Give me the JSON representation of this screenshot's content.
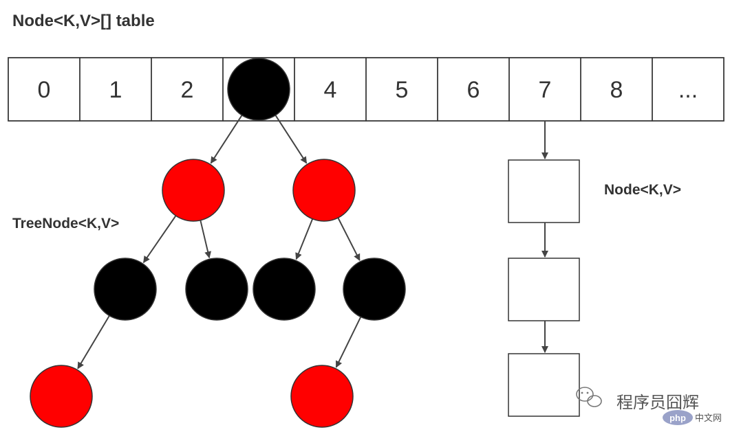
{
  "title": "Node<K,V>[] table",
  "tree_label": "TreeNode<K,V>",
  "list_label": "Node<K,V>",
  "table_cells": [
    "0",
    "1",
    "2",
    "",
    "4",
    "5",
    "6",
    "7",
    "8",
    "..."
  ],
  "colors": {
    "red": "#ff0000",
    "black": "#000000",
    "stroke": "#333333",
    "arrow": "#444444"
  },
  "tree": {
    "root_cell_index": 3,
    "nodes": [
      {
        "id": "n0",
        "color": "black",
        "parent": null
      },
      {
        "id": "n1",
        "color": "red",
        "parent": "n0"
      },
      {
        "id": "n2",
        "color": "red",
        "parent": "n0"
      },
      {
        "id": "n3",
        "color": "black",
        "parent": "n1"
      },
      {
        "id": "n4",
        "color": "black",
        "parent": "n1"
      },
      {
        "id": "n5",
        "color": "black",
        "parent": "n2"
      },
      {
        "id": "n6",
        "color": "black",
        "parent": "n2"
      },
      {
        "id": "n7",
        "color": "red",
        "parent": "n3"
      },
      {
        "id": "n8",
        "color": "red",
        "parent": "n6"
      }
    ]
  },
  "linked_list": {
    "from_cell_index": 7,
    "length": 3
  },
  "watermark": {
    "brand": "程序员囧辉",
    "badge": "php",
    "badge_suffix": "中文网"
  }
}
